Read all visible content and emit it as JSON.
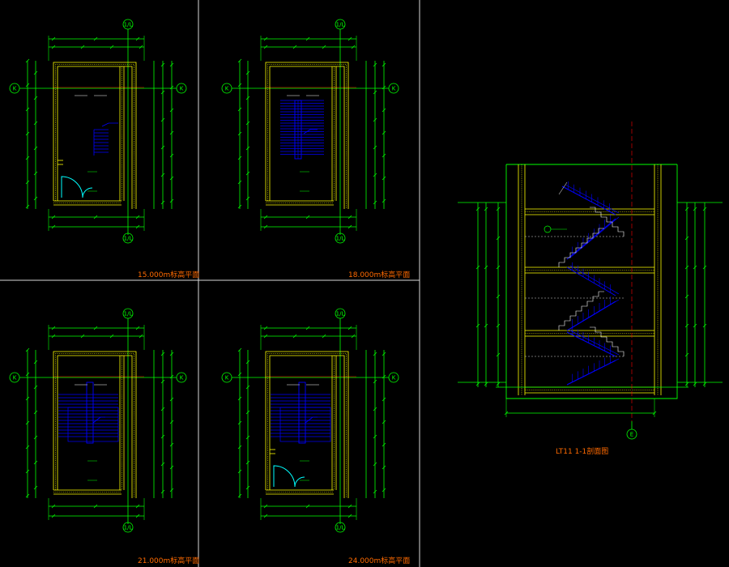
{
  "titles": {
    "plan_15": "15.000m标高平面",
    "plan_18": "18.000m标高平面",
    "plan_21": "21.000m标高平面",
    "plan_24": "24.000m标高平面",
    "section": "LT11  1-1剖面图"
  },
  "axes": {
    "row": "K",
    "col_a": "1/L",
    "col_b": "1/L",
    "section": "E"
  },
  "colors": {
    "background": "#000000",
    "border": "#d9d9d9",
    "wall": "#ffff00",
    "dimension": "#00ff00",
    "stair": "#0000ff",
    "door": "#00ffff",
    "title": "#ff6a00",
    "axis_line": "#ff0000",
    "text": "#ffffff"
  }
}
